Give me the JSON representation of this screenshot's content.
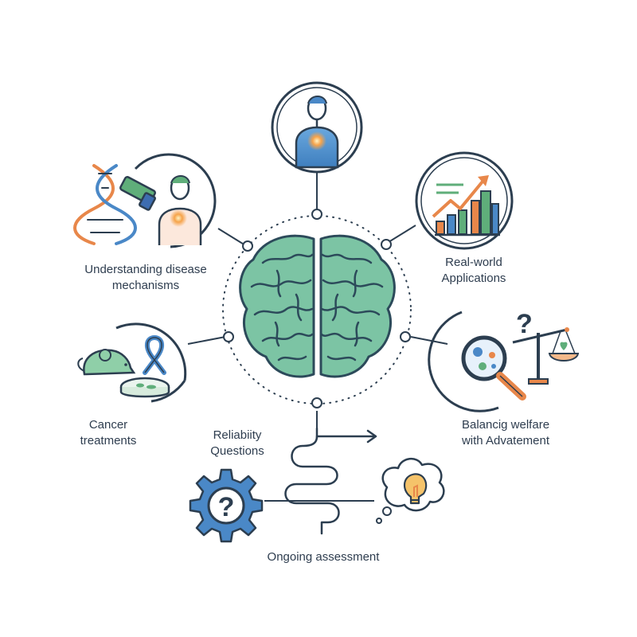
{
  "diagram": {
    "center": {
      "icon": "brain-icon"
    },
    "nodes": [
      {
        "id": "person",
        "icon": "person-icon",
        "lines": []
      },
      {
        "id": "disease",
        "icon": "dna-microscope-person-icon",
        "lines": [
          "Understanding disease",
          "mechanisms"
        ]
      },
      {
        "id": "realworld",
        "icon": "growth-chart-icon",
        "lines": [
          "Real-world",
          "Applications"
        ]
      },
      {
        "id": "cancer",
        "icon": "mouse-ribbon-petri-dish-icon",
        "lines": [
          "Cancer",
          "treatments"
        ]
      },
      {
        "id": "balance",
        "icon": "magnifier-scale-question-icon",
        "lines": [
          "Balancig welfare",
          "with Advatement"
        ]
      },
      {
        "id": "reliability",
        "icon": "winding-path-arrow-icon",
        "lines": [
          "Reliabiity",
          "Questions"
        ]
      },
      {
        "id": "assessment",
        "icon": "gear-question-lightbulb-icon",
        "lines": [
          "Ongoing assessment"
        ]
      }
    ],
    "colors": {
      "outline": "#2c3e50",
      "brain": "#7cc4a4",
      "brain_stroke": "#2c4a5a",
      "accent_blue": "#4a88c7",
      "accent_orange": "#e8874a",
      "accent_green": "#5fae7a"
    }
  }
}
